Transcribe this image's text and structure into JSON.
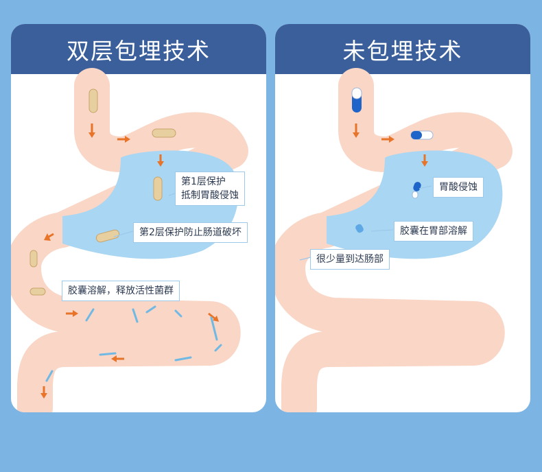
{
  "colors": {
    "background": "#7cb4e4",
    "header": "#3b5f9b",
    "intestine": "#f9d6c6",
    "gastric_acid": "#a9d6f2",
    "arrow": "#e8742a",
    "label_border": "#9cc9ea",
    "capsule_enteric": "#e8cfa0",
    "capsule_plain": "#1f64c8"
  },
  "left_panel": {
    "title": "双层包埋技术",
    "label_layer1_line1": "第1层保护",
    "label_layer1_line2": "抵制胃酸侵蚀",
    "label_layer2": "第2层保护防止肠道破坏",
    "label_release": "胶囊溶解，释放活性菌群"
  },
  "right_panel": {
    "title": "未包埋技术",
    "label_erosion": "胃酸侵蚀",
    "label_dissolve": "胶囊在胃部溶解",
    "label_few": "很少量到达肠部"
  },
  "icons": {
    "flow_arrow": "orange-arrow-icon",
    "enteric_capsule": "beige-capsule-icon",
    "plain_capsule": "blue-white-capsule-icon",
    "bacteria": "rod-bacteria-icon"
  }
}
